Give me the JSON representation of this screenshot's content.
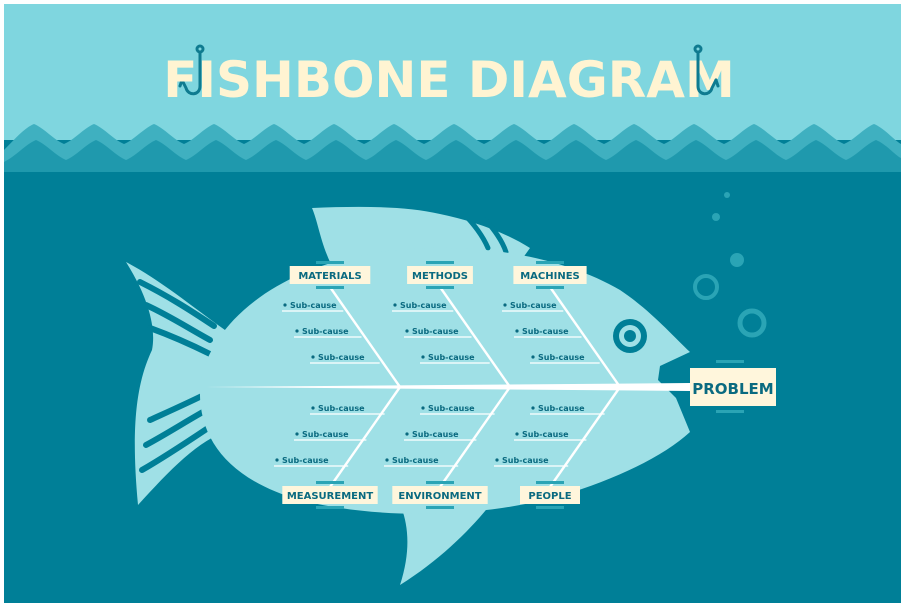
{
  "title": "FISHBONE DIAGRAM",
  "head_label": "PROBLEM",
  "categories": [
    {
      "label": "MATERIALS",
      "subcauses": [
        "Sub-cause",
        "Sub-cause",
        "Sub-cause"
      ]
    },
    {
      "label": "METHODS",
      "subcauses": [
        "Sub-cause",
        "Sub-cause",
        "Sub-cause"
      ]
    },
    {
      "label": "MACHINES",
      "subcauses": [
        "Sub-cause",
        "Sub-cause",
        "Sub-cause"
      ]
    },
    {
      "label": "MEASUREMENT",
      "subcauses": [
        "Sub-cause",
        "Sub-cause",
        "Sub-cause"
      ]
    },
    {
      "label": "ENVIRONMENT",
      "subcauses": [
        "Sub-cause",
        "Sub-cause",
        "Sub-cause"
      ]
    },
    {
      "label": "PEOPLE",
      "subcauses": [
        "Sub-cause",
        "Sub-cause",
        "Sub-cause"
      ]
    }
  ],
  "colors": {
    "sky": "#7fd6df",
    "wave_light": "#3fb0c0",
    "wave_mid": "#1f99ad",
    "sea": "#007f97",
    "fish": "#9fe0e6",
    "bone": "#ffffff",
    "label_bg": "#fff6dc",
    "label_text": "#0a6a80",
    "title": "#fff4d2",
    "hook": "#0f7b90"
  },
  "icons": [
    "hook-icon",
    "bubble-icon",
    "fish-eye-icon"
  ]
}
